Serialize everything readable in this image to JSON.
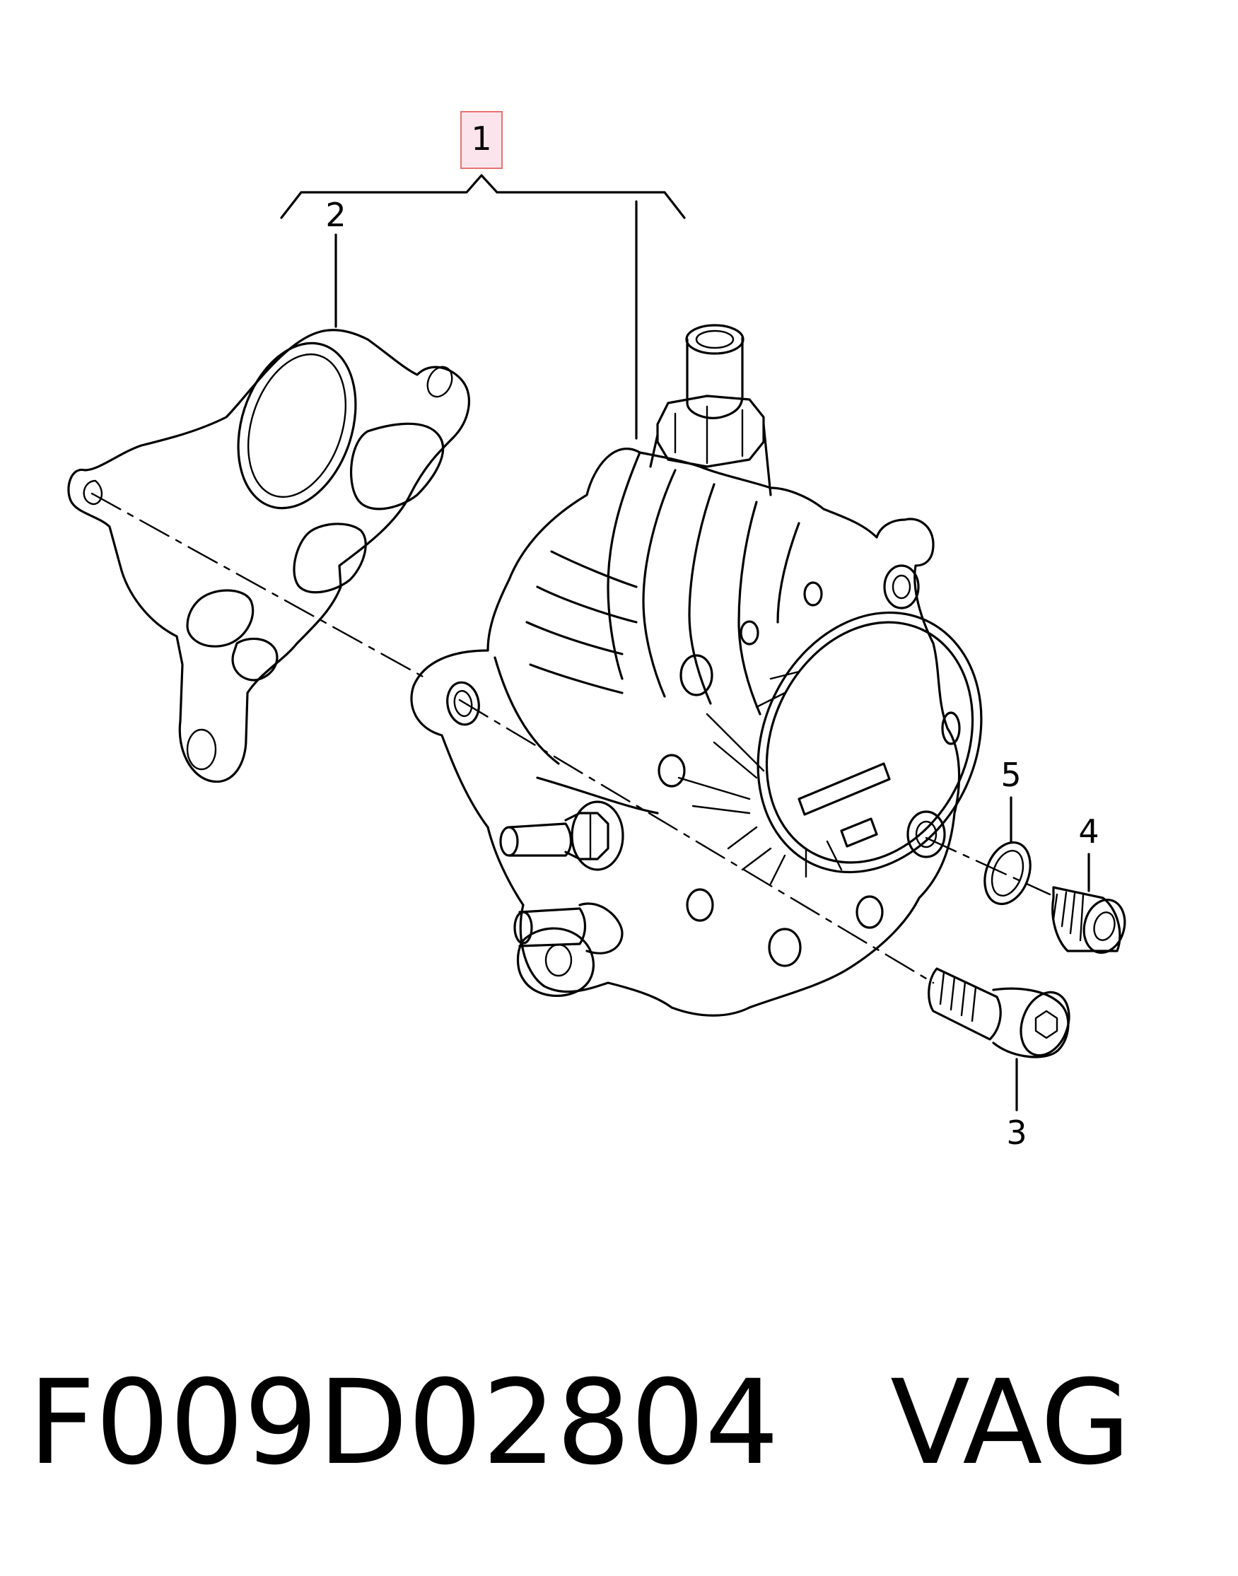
{
  "callouts": [
    {
      "id": "1",
      "label": "1",
      "highlighted": true
    },
    {
      "id": "2",
      "label": "2"
    },
    {
      "id": "3",
      "label": "3"
    },
    {
      "id": "4",
      "label": "4"
    },
    {
      "id": "5",
      "label": "5"
    }
  ],
  "caption": {
    "part_number": "F009D02804",
    "brand": "VAG"
  },
  "colors": {
    "line": "#000000",
    "highlight_fill": "#fce4ec",
    "highlight_stroke": "#e57373",
    "background": "#ffffff"
  }
}
